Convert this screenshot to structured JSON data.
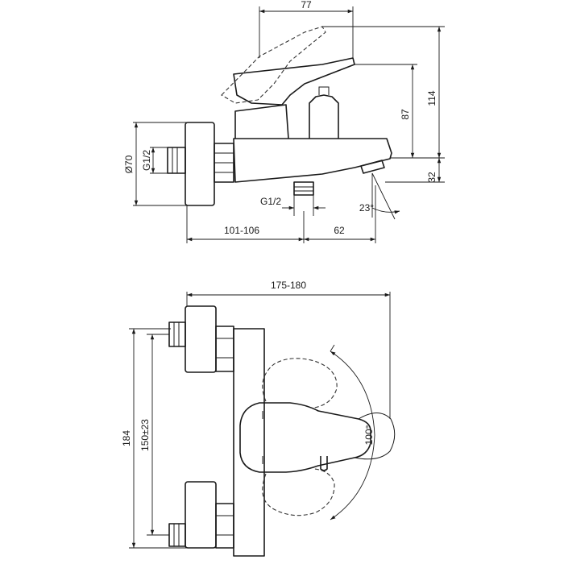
{
  "side_view": {
    "dim_top_width": "77",
    "dim_total_height": "114",
    "dim_handle_height": "87",
    "dim_spout_height": "32",
    "dim_diameter": "Ø70",
    "dim_inlet_thread": "G1/2",
    "dim_outlet_thread": "G1/2",
    "dim_spout_angle": "23°",
    "dim_wall_offset": "101-106",
    "dim_outlet_offset": "62"
  },
  "front_view": {
    "dim_width": "175-180",
    "dim_height": "184",
    "dim_centers": "150±23",
    "dim_lever_angle": "100°"
  }
}
